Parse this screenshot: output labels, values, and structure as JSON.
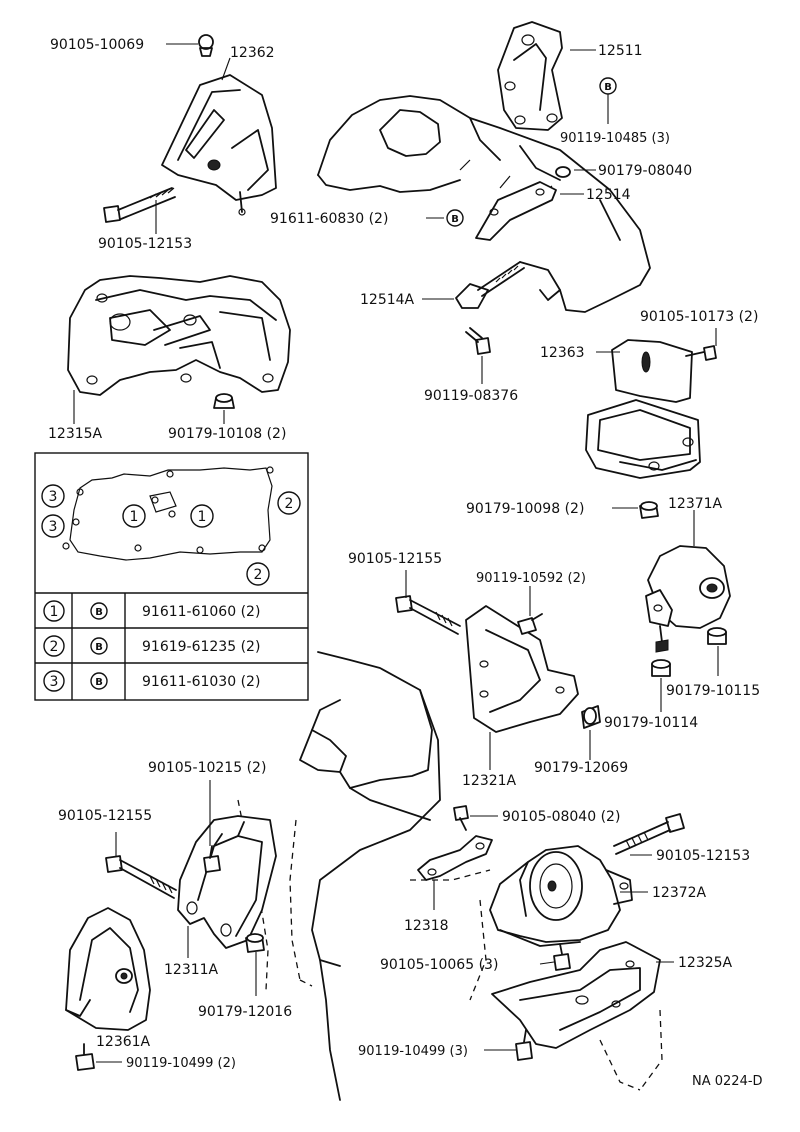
{
  "labels": {
    "p90105_10069": "90105-10069",
    "p12362": "12362",
    "p90105_12153_top": "90105-12153",
    "p12315A": "12315A",
    "p90179_10108": "90179-10108 (2)",
    "p12511": "12511",
    "p90119_10485": "90119-10485 (3)",
    "p90179_08040": "90179-08040",
    "p12514": "12514",
    "p91611_60830": "91611-60830 (2)",
    "p12514A": "12514A",
    "p90119_08376": "90119-08376",
    "p90105_10173": "90105-10173 (2)",
    "p12363": "12363",
    "p90179_10098": "90179-10098 (2)",
    "p12371A": "12371A",
    "p90105_12155_mid": "90105-12155",
    "p90119_10592": "90119-10592 (2)",
    "p90179_10115": "90179-10115",
    "p90179_10114": "90179-10114",
    "p12321A": "12321A",
    "p90179_12069": "90179-12069",
    "p90105_10215": "90105-10215 (2)",
    "p90105_12155_low": "90105-12155",
    "p90105_08040": "90105-08040 (2)",
    "p90105_12153_low": "90105-12153",
    "p12372A": "12372A",
    "p12318": "12318",
    "p12311A": "12311A",
    "p90105_10065": "90105-10065 (3)",
    "p12325A": "12325A",
    "p90179_12016": "90179-12016",
    "p12361A": "12361A",
    "p90119_10499_left": "90119-10499 (2)",
    "p90119_10499_right": "90119-10499 (3)",
    "ref_code": "NA 0224-D"
  },
  "callout_symbol": "B",
  "inset": {
    "circle_markers": [
      "3",
      "3",
      "1",
      "1",
      "2",
      "2"
    ],
    "rows": [
      {
        "num": "1",
        "sym": "B",
        "part": "91611-61060 (2)"
      },
      {
        "num": "2",
        "sym": "B",
        "part": "91619-61235 (2)"
      },
      {
        "num": "3",
        "sym": "B",
        "part": "91611-61030 (2)"
      }
    ]
  }
}
